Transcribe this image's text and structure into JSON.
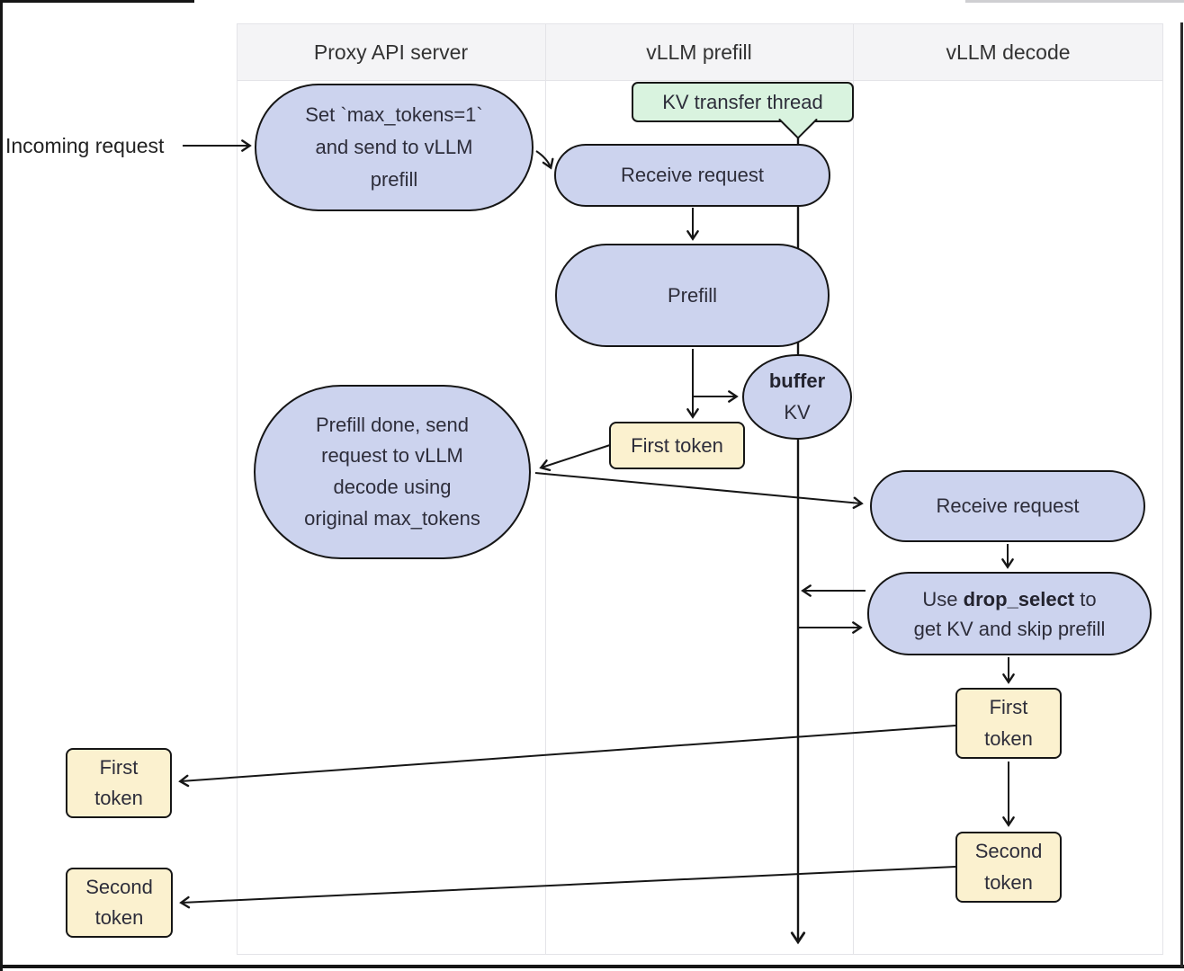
{
  "colors": {
    "lavender": "#ccd3ee",
    "yellow": "#fbf1cf",
    "green": "#d9f3df",
    "line": "#161616",
    "text": "#2d2d3a",
    "band": "#f4f4f6",
    "bandline": "#e4e4e8"
  },
  "columns": {
    "proxy": "Proxy API server",
    "prefill": "vLLM prefill",
    "decode": "vLLM decode"
  },
  "incoming_label": "Incoming request",
  "nodes": {
    "proxy_set": {
      "lines": [
        "Set `max_tokens=1`",
        "and send to vLLM",
        "prefill"
      ]
    },
    "kv_thread": {
      "label": "KV transfer thread"
    },
    "recv_prefill": {
      "label": "Receive request"
    },
    "prefill": {
      "label": "Prefill"
    },
    "buffer_kv": {
      "bold": "buffer",
      "label": "KV"
    },
    "first_token_prefill": {
      "label": "First token"
    },
    "prefill_done": {
      "lines": [
        "Prefill done, send",
        "request to vLLM",
        "decode using",
        "original max_tokens"
      ]
    },
    "recv_decode": {
      "label": "Receive request"
    },
    "drop_select": {
      "pre": "Use ",
      "bold": "drop_select",
      "post": " to",
      "line2": "get KV and skip prefill"
    },
    "first_token_decode": {
      "lines": [
        "First",
        "token"
      ]
    },
    "second_token_decode": {
      "lines": [
        "Second",
        "token"
      ]
    },
    "first_token_out": {
      "lines": [
        "First",
        "token"
      ]
    },
    "second_token_out": {
      "lines": [
        "Second",
        "token"
      ]
    }
  }
}
